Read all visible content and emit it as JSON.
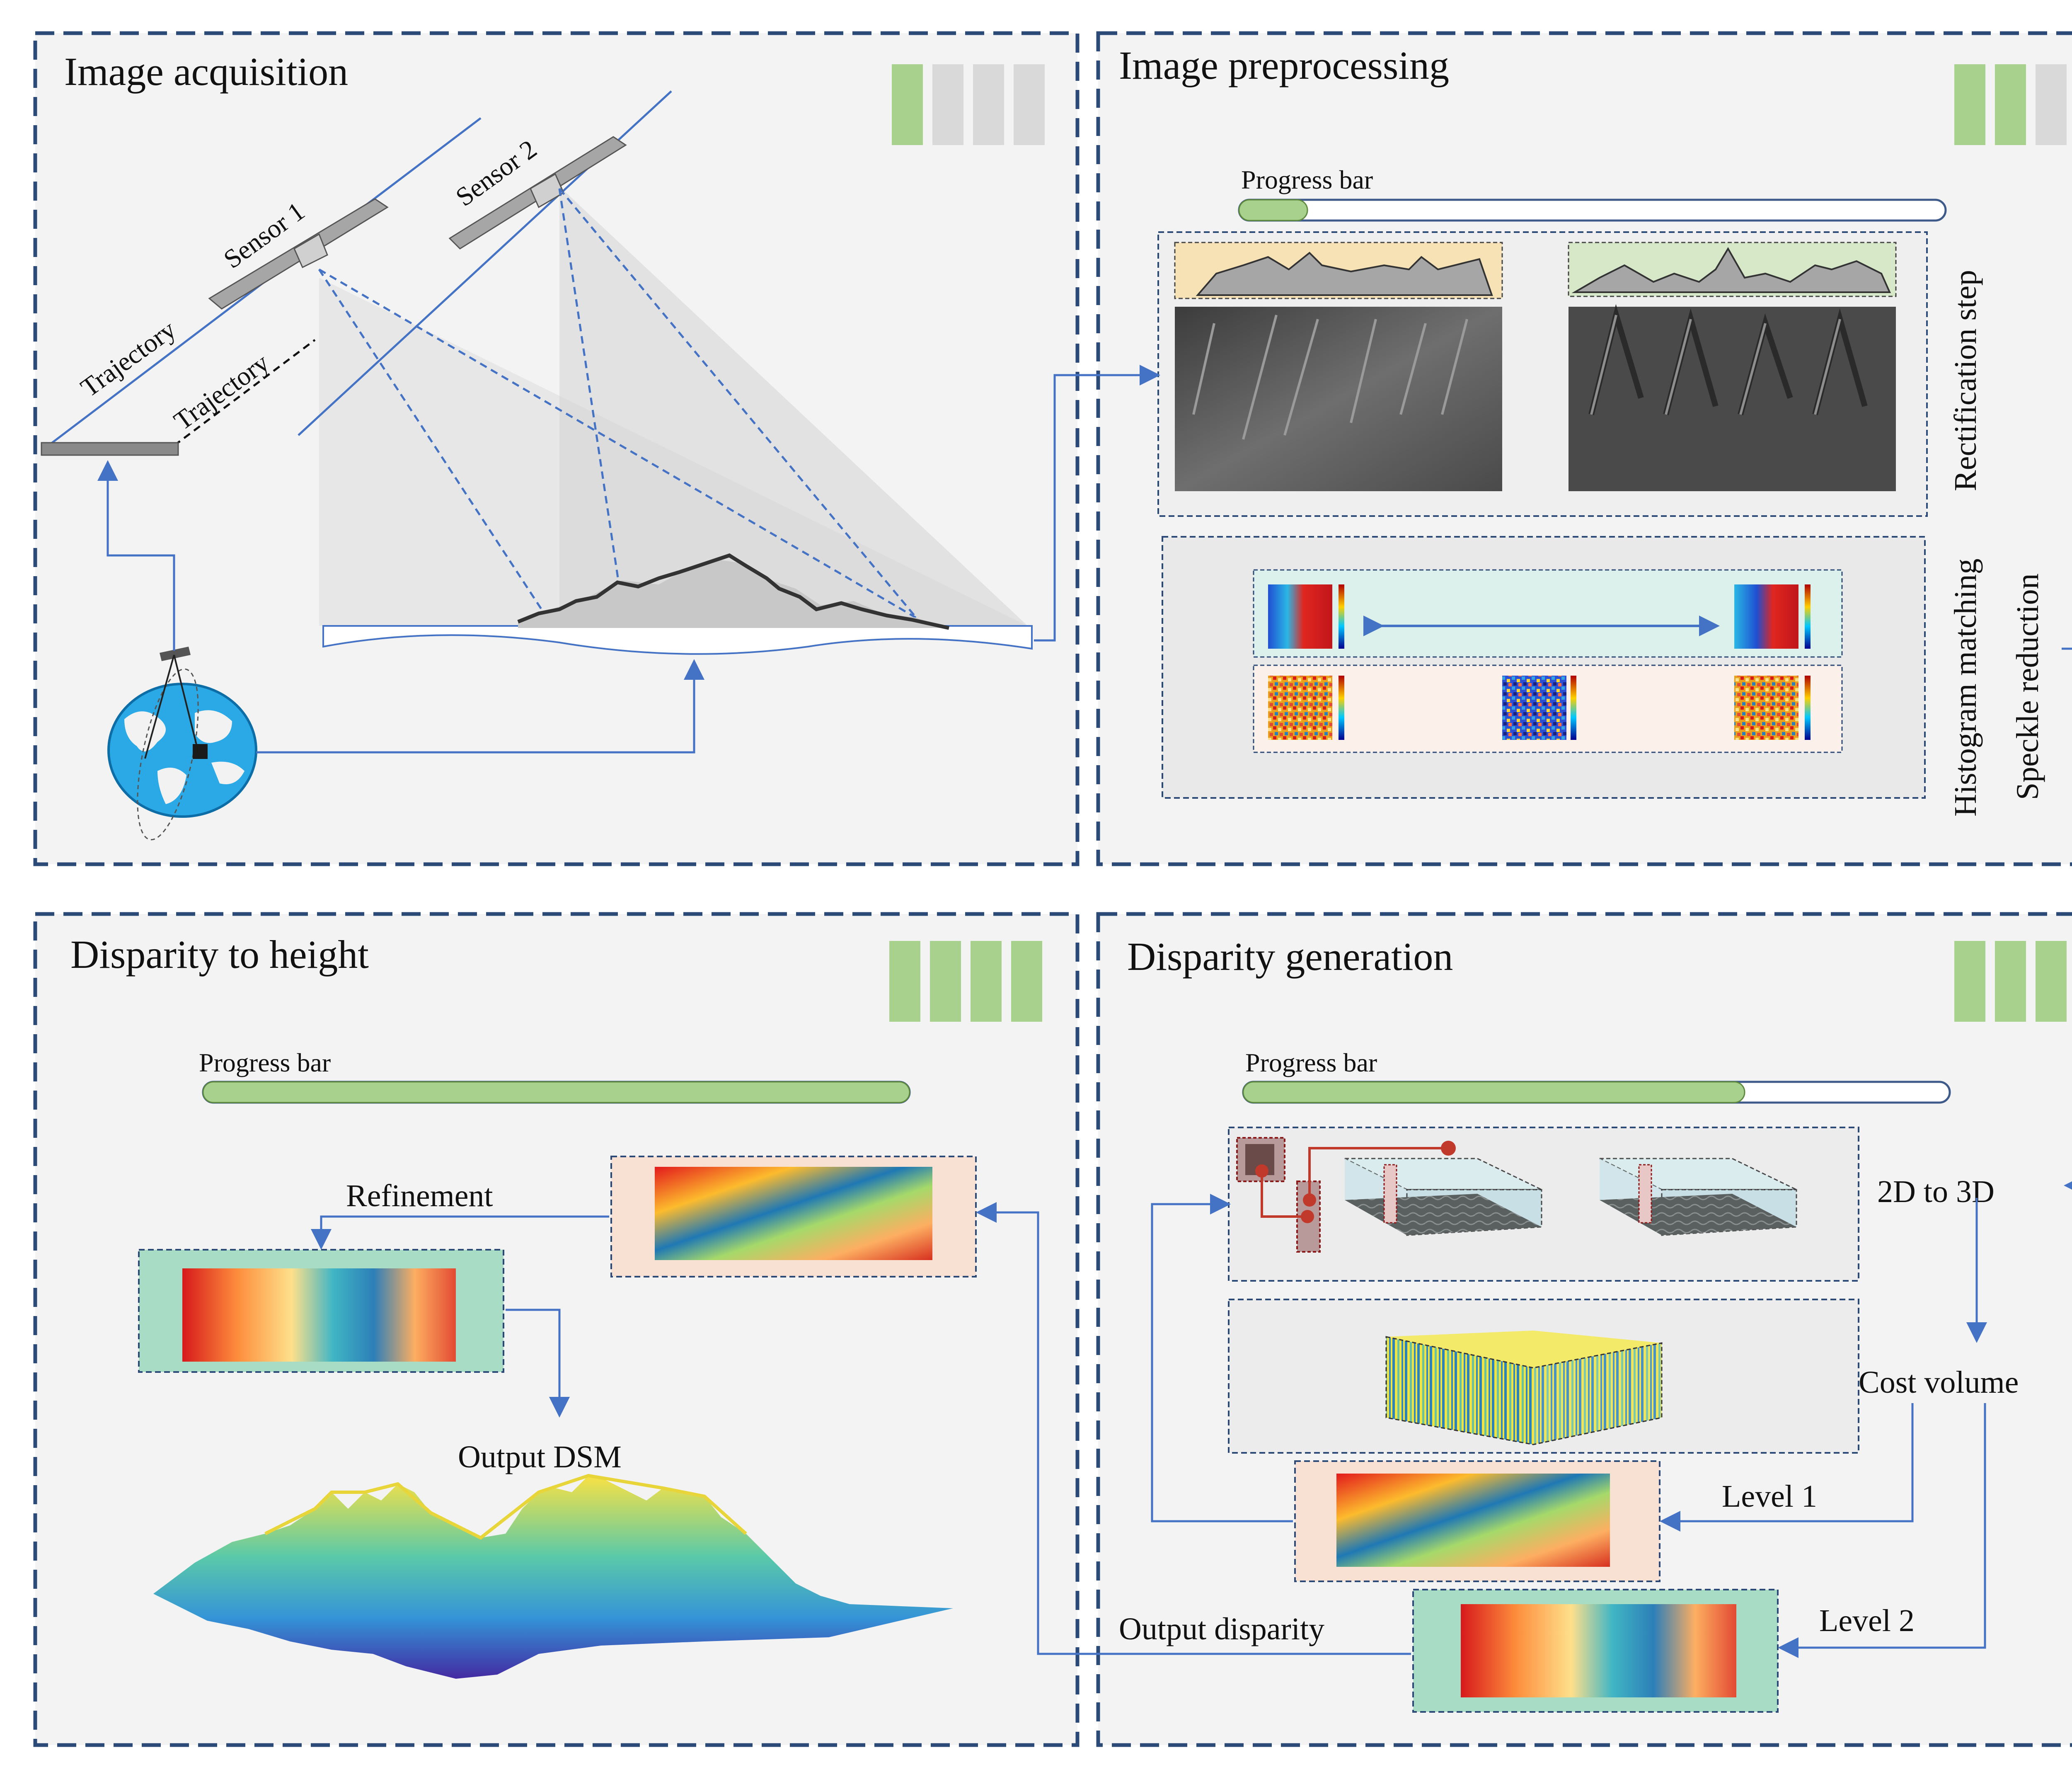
{
  "panels": {
    "acquisition": {
      "title": "Image acquisition",
      "sensor1": "Sensor 1",
      "sensor2": "Sensor 2",
      "trajectory_a": "Trajectory",
      "trajectory_b": "Trajectory",
      "stage_indicator": {
        "done": 1,
        "total": 4
      }
    },
    "preprocessing": {
      "title": "Image preprocessing",
      "progress_label": "Progress bar",
      "progress": 0.1,
      "rectification": "Rectification step",
      "histogram": "Histogram matching",
      "speckle": "Speckle reduction",
      "stage_indicator": {
        "done": 2,
        "total": 4
      }
    },
    "disparity_generation": {
      "title": "Disparity generation",
      "progress_label": "Progress bar",
      "progress": 0.71,
      "to3d": "2D to 3D",
      "cost_volume": "Cost volume",
      "level1": "Level 1",
      "level2": "Level 2",
      "output_disparity": "Output disparity",
      "stage_indicator": {
        "done": 3,
        "total": 4
      }
    },
    "disparity_to_height": {
      "title": "Disparity to height",
      "progress_label": "Progress bar",
      "progress": 1.0,
      "refinement": "Refinement",
      "output_dsm": "Output DSM",
      "stage_indicator": {
        "done": 4,
        "total": 4
      }
    }
  },
  "colors": {
    "frame": "#2c4a78",
    "flow": "#4472c4",
    "progress_done": "#a9d18e",
    "progress_todo": "#d9d9d9",
    "panel_bg": "#f3f3f3",
    "highlight_red": "#c0392b"
  }
}
